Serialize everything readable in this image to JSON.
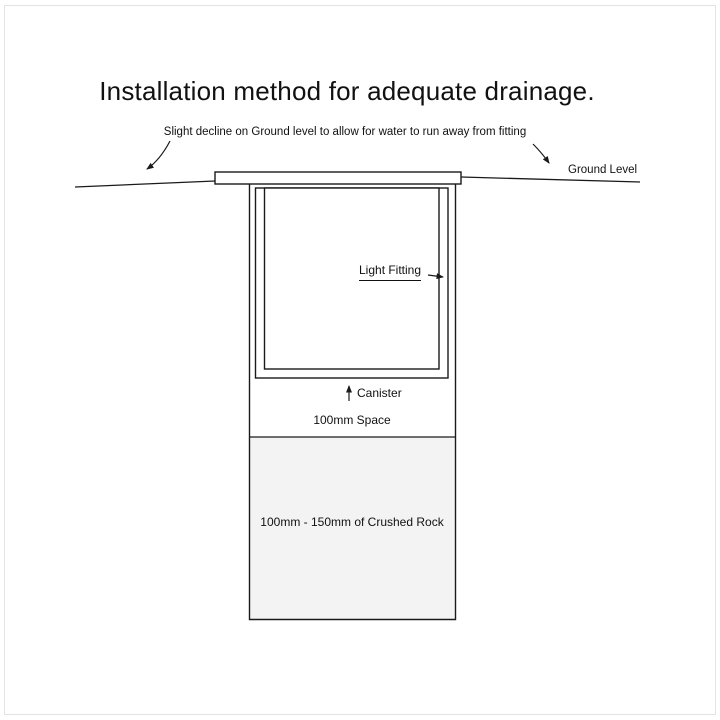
{
  "title": "Installation method for adequate drainage.",
  "labels": {
    "decline_note": "Slight decline on Ground level to allow for water to run away from fitting",
    "ground_level": "Ground Level",
    "light_fitting": "Light Fitting",
    "canister": "Canister",
    "space": "100mm Space",
    "crushed_rock": "100mm - 150mm of Crushed Rock"
  },
  "colors": {
    "ink": "#1a1a1a",
    "rock_fill": "#f3f3f3",
    "frame": "#e3e3e3",
    "background": "#ffffff"
  }
}
